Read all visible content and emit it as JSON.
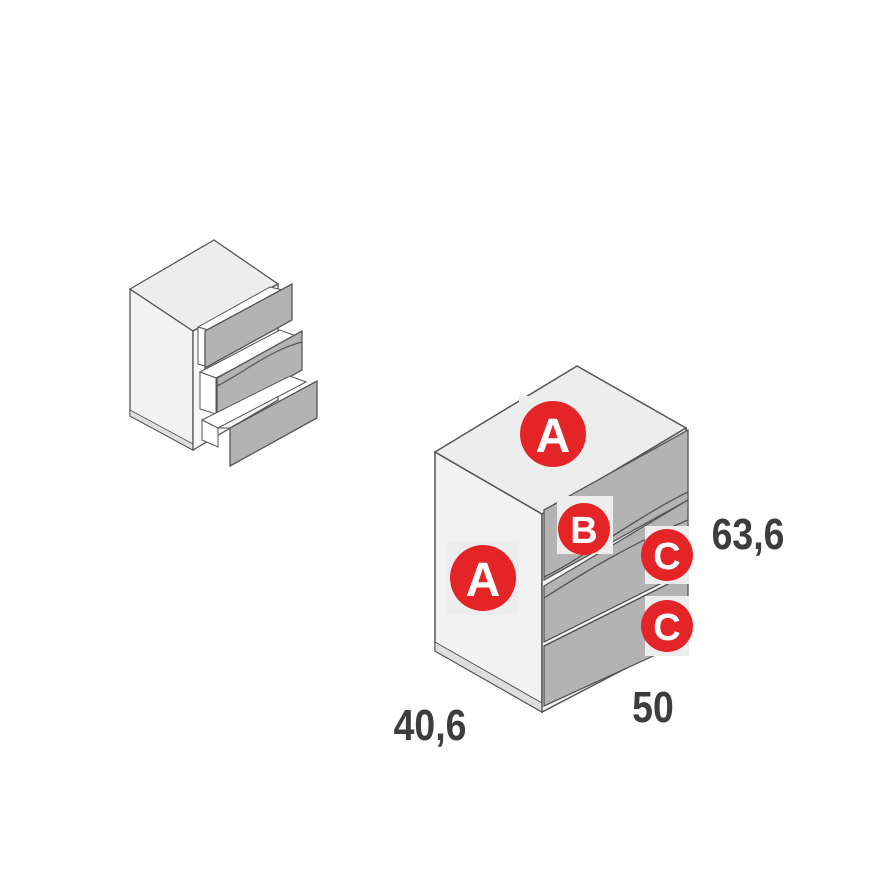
{
  "colors": {
    "outline": "#555555",
    "carcass_white": "#f2f2f2",
    "carcass_top": "#ededed",
    "drawer_front": "#b3b3b3",
    "drawer_front_light": "#c4c4c4",
    "drawer_inside": "#ffffff",
    "plinth": "#dedede",
    "badge_fill": "#e52427",
    "badge_plate": "#ededed",
    "badge_text": "#ffffff",
    "dimension_text": "#3d3d3d"
  },
  "dimensions": {
    "height": "63,6",
    "width": "50",
    "depth": "40,6"
  },
  "material_labels": {
    "top": "A",
    "side": "A",
    "drawer_top": "B",
    "drawer_middle": "C",
    "drawer_bottom": "C"
  }
}
